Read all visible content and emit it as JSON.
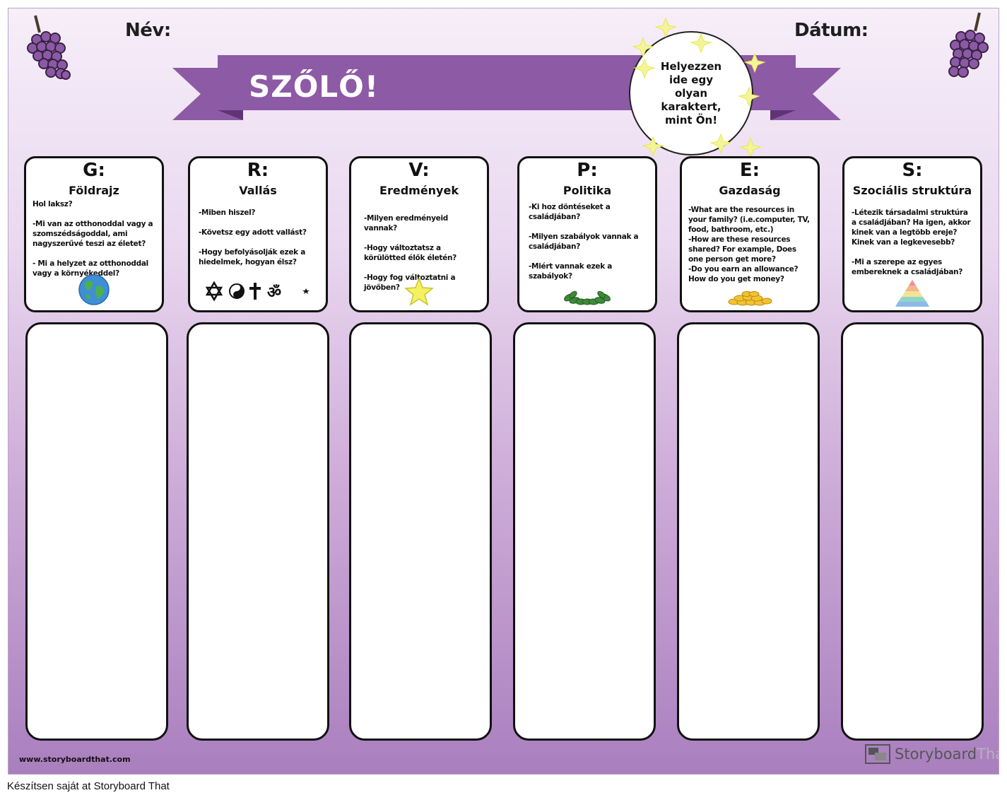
{
  "header": {
    "name_label": "Név:",
    "date_label": "Dátum:",
    "title": "SZŐLŐ!",
    "character_prompt": "Helyezzen\nide egy\nolyan\nkaraktert,\nmint Ön!"
  },
  "cards": [
    {
      "letter": "G:",
      "title": "Földrajz",
      "icon": "globe-icon",
      "body": "Hol laksz?\n\n-Mi van az otthonoddal vagy a szomszédságoddal, ami nagyszerűvé teszi az életet?\n\n- Mi a helyzet az otthonoddal vagy a környékeddel?"
    },
    {
      "letter": "R:",
      "title": "Vallás",
      "icon": "religious-symbols-icon",
      "body": "-Miben hiszel?\n\n-Követsz egy adott vallást?\n\n-Hogy befolyásolják ezek a hiedelmek, hogyan élsz?"
    },
    {
      "letter": "V:",
      "title": "Eredmények",
      "icon": "star-icon",
      "body": "-Milyen eredményeid vannak?\n\n-Hogy változtatsz a körülötted élők életén?\n\n-Hogy fog változtatni a jövőben?"
    },
    {
      "letter": "P:",
      "title": "Politika",
      "icon": "laurel-wreath-icon",
      "body": "-Ki hoz döntéseket a családjában?\n\n-Milyen szabályok vannak a családjában?\n\n-Miért vannak ezek a szabályok?"
    },
    {
      "letter": "E:",
      "title": "Gazdaság",
      "icon": "gold-coins-icon",
      "body": "-What are the resources in your family? (i.e.computer, TV, food, bathroom, etc.)\n-How are these resources shared?  For example, Does one person get more?\n-Do you earn an allowance?\nHow do you get money?"
    },
    {
      "letter": "S:",
      "title": "Szociális struktúra",
      "icon": "pyramid-icon",
      "body": "-Létezik társadalmi struktúra a családjában? Ha igen, akkor kinek van a legtöbb ereje? Kinek van a legkevesebb?\n\n-Mi a szerepe az egyes embereknek a családjában?"
    }
  ],
  "footer": {
    "url": "www.storyboardthat.com",
    "logo_word_dark": "Storyboard",
    "logo_word_light": "That",
    "caption": "Készítsen saját at Storyboard That"
  },
  "colors": {
    "banner": "#8d5aa5",
    "banner_dark": "#6e3f87",
    "grape": "#8b5aa6"
  }
}
